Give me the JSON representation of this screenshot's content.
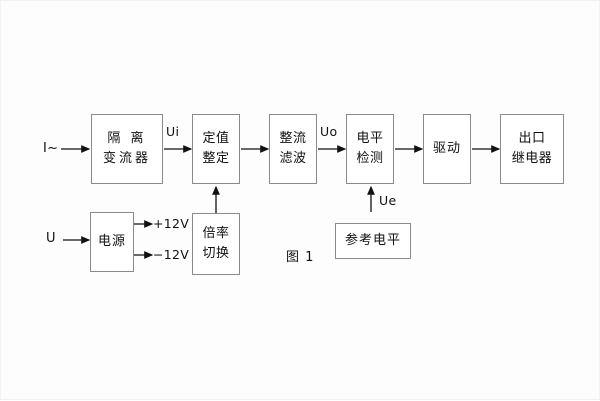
{
  "figure": {
    "caption": "图 1",
    "stroke_color": "#8a8a8a",
    "text_color": "#111111",
    "background": "#fdfdfd"
  },
  "inputs": [
    {
      "name": "current-input",
      "label": "I~"
    },
    {
      "name": "voltage-input",
      "label": "U"
    }
  ],
  "blocks": [
    {
      "id": "isolation-transformer",
      "line1": "隔 离",
      "line2": "变流器"
    },
    {
      "id": "setpoint-adjust",
      "line1": "定值",
      "line2": "整定"
    },
    {
      "id": "rectifier-filter",
      "line1": "整流",
      "line2": "滤波"
    },
    {
      "id": "level-detection",
      "line1": "电平",
      "line2": "检测"
    },
    {
      "id": "drive",
      "line1": "驱动",
      "line2": ""
    },
    {
      "id": "output-relay",
      "line1": "出口",
      "line2": "继电器"
    },
    {
      "id": "power-supply",
      "line1": "电源",
      "line2": ""
    },
    {
      "id": "ratio-switch",
      "line1": "倍率",
      "line2": "切换"
    },
    {
      "id": "reference-level",
      "line1": "参考电平",
      "line2": ""
    }
  ],
  "signals": [
    {
      "id": "ui-signal",
      "label": "Ui"
    },
    {
      "id": "uo-signal",
      "label": "Uo"
    },
    {
      "id": "ue-signal",
      "label": "Ue"
    }
  ],
  "power_rails": [
    {
      "id": "rail-positive",
      "label": "+12V"
    },
    {
      "id": "rail-negative",
      "label": "−12V"
    }
  ]
}
